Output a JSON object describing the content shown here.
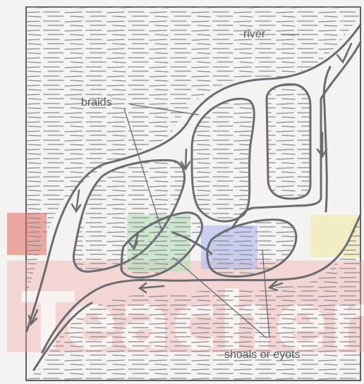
{
  "labels": {
    "river": "river",
    "braids": "braids",
    "shoals": "shoals or eyots"
  },
  "watermark": {
    "text": "Teacher"
  },
  "colors": {
    "background": "#f4f3f2",
    "line": "#6b6b72",
    "hatch": "#8a8a90",
    "watermark_red": "#e26a5e",
    "watermark_green": "#7ccf84",
    "watermark_blue": "#8891e6",
    "watermark_yellow": "#ede27a"
  }
}
